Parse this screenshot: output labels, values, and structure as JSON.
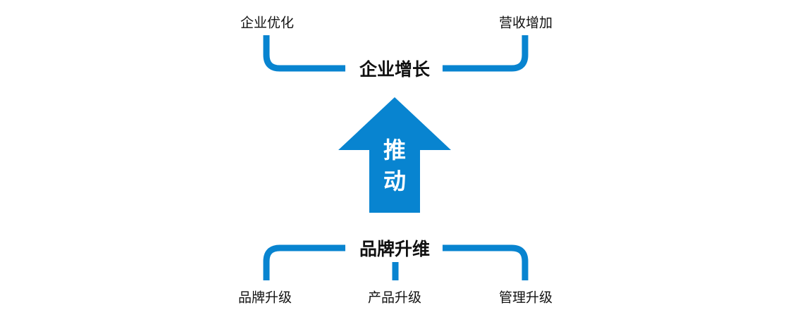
{
  "colors": {
    "accent": "#0884d0",
    "text": "#111111",
    "background": "#ffffff"
  },
  "top": {
    "title": "企业增长",
    "left_item": "企业优化",
    "right_item": "营收增加"
  },
  "arrow": {
    "label": "推动"
  },
  "bottom": {
    "title": "品牌升维",
    "items": [
      "品牌升级",
      "产品升级",
      "管理升级"
    ]
  }
}
